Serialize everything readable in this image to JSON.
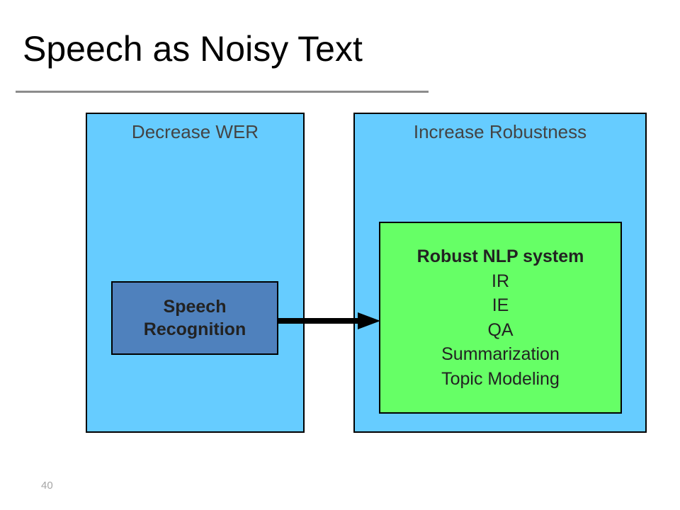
{
  "slide": {
    "title": "Speech as Noisy Text",
    "page_number": "40"
  },
  "left_panel": {
    "label": "Decrease WER",
    "box": {
      "line1": "Speech",
      "line2": "Recognition"
    }
  },
  "right_panel": {
    "label": "Increase Robustness",
    "box": {
      "title": "Robust NLP system",
      "items": [
        "IR",
        "IE",
        "QA",
        "Summarization",
        "Topic Modeling"
      ]
    }
  },
  "colors": {
    "panel": "#66ccff",
    "speech_box": "#4f81bd",
    "nlp_box": "#66ff66",
    "title_rule": "#8c8c8c"
  }
}
